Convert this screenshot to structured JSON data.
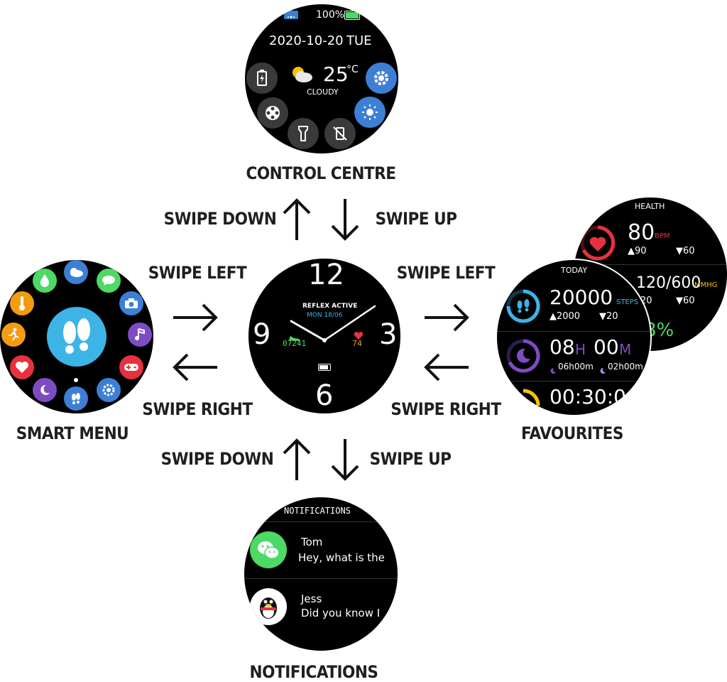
{
  "labels": {
    "control_centre": "CONTROL CENTRE",
    "smart_menu": "SMART MENU",
    "favourites": "FAVOURITES",
    "notifications": "NOTIFICATIONS",
    "swipe_down_top": "SWIPE DOWN",
    "swipe_up_top": "SWIPE UP",
    "swipe_left_left": "SWIPE LEFT",
    "swipe_right_left": "SWIPE RIGHT",
    "swipe_left_right": "SWIPE LEFT",
    "swipe_right_right": "SWIPE RIGHT",
    "swipe_down_bottom": "SWIPE DOWN",
    "swipe_up_bottom": "SWIPE UP"
  },
  "control_centre": {
    "battery": "100%",
    "date": "2020-10-20",
    "day": "TUE",
    "temp": "25",
    "unit": "°C",
    "weather": "CLOUDY"
  },
  "watch": {
    "n12": "12",
    "n3": "3",
    "n6": "6",
    "n9": "9",
    "brand": "REFLEX ACTIVE",
    "date": "MON 18/06",
    "steps": "07241",
    "heart": "74"
  },
  "health": {
    "title": "HEALTH",
    "bpm": "80",
    "bpm_unit": "BPM",
    "bpm_max": "▲90",
    "bpm_min": "▼60",
    "bp": "120/600",
    "bp_unit": "MMHG",
    "bp_max": "20",
    "bp_min": "▼60",
    "partial": "8%"
  },
  "today": {
    "title": "TODAY",
    "steps": "20000",
    "steps_unit": "STEPS",
    "steps_up": "▲2000",
    "steps_down": "▼20",
    "sleep_h": "08",
    "sleep_h_unit": "H",
    "sleep_m": "00",
    "sleep_m_unit": "M",
    "deep": "06h00m",
    "light": "02h00m",
    "timer": "00:30:0"
  },
  "notifications": {
    "title": "NOTIFICATIONS",
    "items": [
      {
        "name": "Tom",
        "msg": "Hey, what is the"
      },
      {
        "name": "Jess",
        "msg": "Did you know I"
      }
    ]
  },
  "colors": {
    "blue": "#3e7fd6",
    "green": "#4cd964",
    "red": "#e8313f",
    "purple": "#7e4cc2",
    "cyan": "#3cb4e6",
    "orange": "#f39c12",
    "yellow": "#f5c400"
  }
}
